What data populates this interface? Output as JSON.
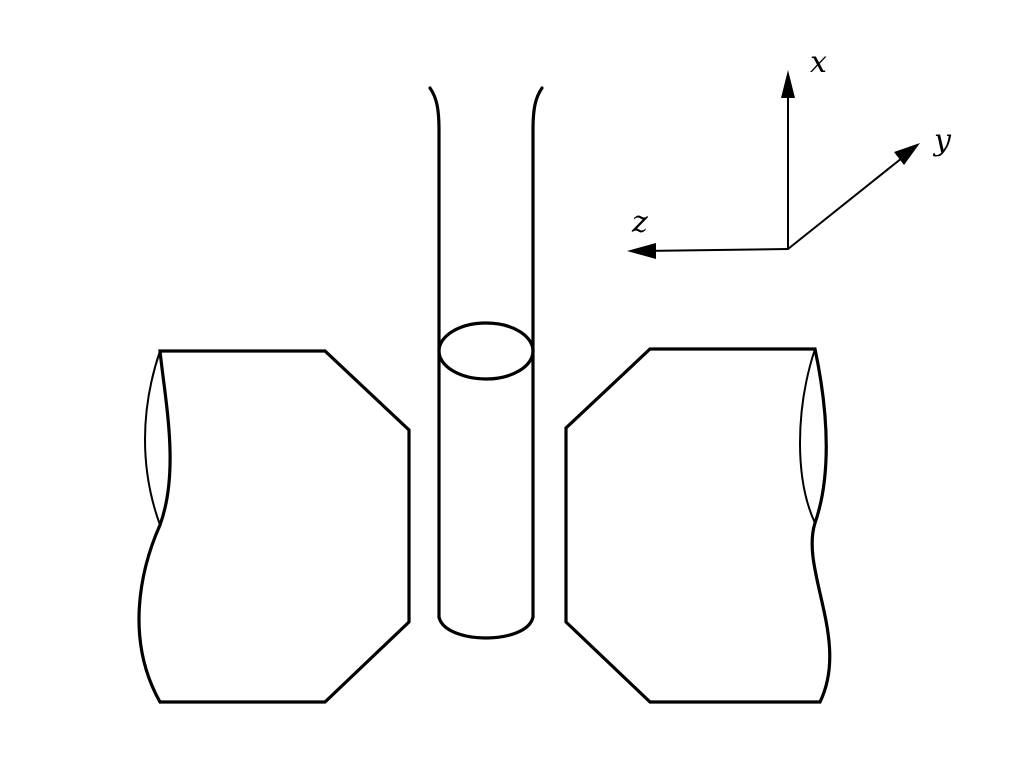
{
  "diagram": {
    "axes": {
      "x_label": "x",
      "y_label": "y",
      "z_label": "z"
    },
    "colors": {
      "line": "#000000",
      "background": "#ffffff"
    }
  }
}
